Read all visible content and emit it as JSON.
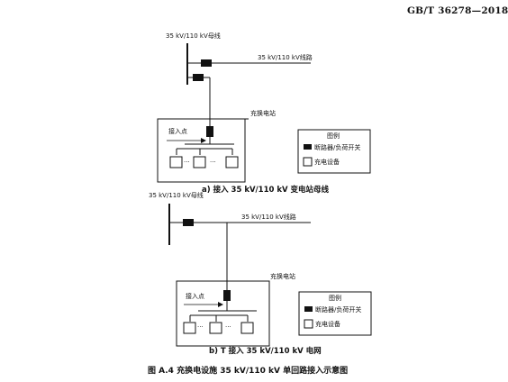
{
  "header": {
    "standard_code": "GB/T 36278—2018"
  },
  "diagram_a": {
    "bus_label": "35 kV/110 kV母线",
    "line_label": "35 kV/110 kV线路",
    "station_label": "充换电站",
    "access_point_label": "接入点",
    "ellipsis_1": "···",
    "ellipsis_2": "···",
    "legend_title": "图例",
    "legend_breaker": "断路器/负荷开关",
    "legend_charger": "充电设备",
    "caption": "a)   接入 35 kV/110 kV 变电站母线"
  },
  "diagram_b": {
    "bus_label": "35 kV/110 kV母线",
    "line_label": "35 kV/110 kV线路",
    "station_label": "充换电站",
    "access_point_label": "接入点",
    "ellipsis_1": "···",
    "ellipsis_2": "···",
    "legend_title": "图例",
    "legend_breaker": "断路器/负荷开关",
    "legend_charger": "充电设备",
    "caption": "b)   T 接入 35 kV/110 kV 电网"
  },
  "figure_caption": "图 A.4    充换电设施 35 kV/110 kV 单回路接入示意图"
}
